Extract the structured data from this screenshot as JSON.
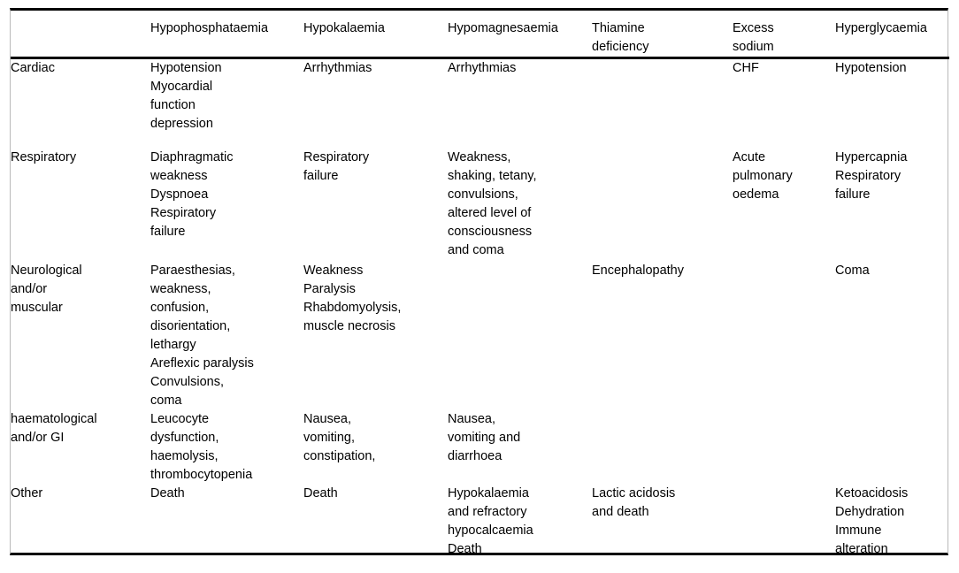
{
  "table": {
    "columns": [
      {
        "key": "system",
        "label": ""
      },
      {
        "key": "phos",
        "label": "Hypophosphataemia"
      },
      {
        "key": "kal",
        "label": "Hypokalaemia"
      },
      {
        "key": "mag",
        "label": "Hypomagnesaemia"
      },
      {
        "key": "thia",
        "label": "Thiamine deficiency"
      },
      {
        "key": "sod",
        "label": "Excess sodium"
      },
      {
        "key": "gly",
        "label": "Hyperglycaemia"
      }
    ],
    "header_lines": {
      "system": [
        ""
      ],
      "phos": [
        "Hypophosphataemia"
      ],
      "kal": [
        "Hypokalaemia"
      ],
      "mag": [
        "Hypomagnesaemia"
      ],
      "thia": [
        "Thiamine",
        "deficiency"
      ],
      "sod": [
        "Excess",
        "sodium"
      ],
      "gly": [
        "Hyperglycaemia"
      ]
    },
    "rows": [
      {
        "name": "cardiac",
        "system": [
          "Cardiac"
        ],
        "phos": [
          "Hypotension",
          "Myocardial",
          "function",
          "depression"
        ],
        "kal": [
          "Arrhythmias"
        ],
        "mag": [
          "Arrhythmias"
        ],
        "thia": [
          ""
        ],
        "sod": [
          "CHF"
        ],
        "gly": [
          "Hypotension"
        ]
      },
      {
        "name": "respiratory",
        "system": [
          "Respiratory"
        ],
        "phos": [
          "Diaphragmatic",
          "weakness",
          "Dyspnoea",
          "Respiratory",
          "failure"
        ],
        "kal": [
          "Respiratory",
          "failure"
        ],
        "mag": [
          "Weakness,",
          "shaking, tetany,",
          "convulsions,",
          "altered level of",
          "consciousness",
          "and coma"
        ],
        "thia": [
          ""
        ],
        "sod": [
          "Acute",
          "pulmonary",
          "oedema"
        ],
        "gly": [
          "Hypercapnia",
          "Respiratory",
          "failure"
        ]
      },
      {
        "name": "neurological-and-or-muscular",
        "system": [
          "Neurological",
          "and/or",
          "muscular"
        ],
        "phos": [
          "Paraesthesias,",
          "weakness,",
          "confusion,",
          "disorientation,",
          "lethargy",
          "Areflexic paralysis",
          "Convulsions,",
          "coma"
        ],
        "kal": [
          "Weakness",
          "Paralysis",
          "Rhabdomyolysis,",
          "muscle necrosis"
        ],
        "mag": [
          ""
        ],
        "thia": [
          "Encephalopathy"
        ],
        "sod": [
          ""
        ],
        "gly": [
          "Coma"
        ]
      },
      {
        "name": "haematological-and-or-gi",
        "system": [
          "haematological",
          "and/or GI"
        ],
        "phos": [
          "Leucocyte",
          "dysfunction,",
          "haemolysis,",
          "thrombocytopenia"
        ],
        "kal": [
          "Nausea,",
          "vomiting,",
          "constipation,"
        ],
        "mag": [
          "Nausea,",
          "vomiting and",
          "diarrhoea"
        ],
        "thia": [
          ""
        ],
        "sod": [
          ""
        ],
        "gly": [
          ""
        ]
      },
      {
        "name": "other",
        "system": [
          "Other"
        ],
        "phos": [
          "Death"
        ],
        "kal": [
          "Death"
        ],
        "mag": [
          "Hypokalaemia",
          "and refractory",
          "hypocalcaemia",
          "Death"
        ],
        "thia": [
          "Lactic acidosis",
          "and death"
        ],
        "sod": [
          ""
        ],
        "gly": [
          "Ketoacidosis",
          "Dehydration",
          "Immune",
          "alteration"
        ]
      }
    ]
  },
  "style": {
    "text_color": "#000000",
    "rule_color": "#000000",
    "side_border_color": "#b9b9b9",
    "background": "#ffffff"
  }
}
